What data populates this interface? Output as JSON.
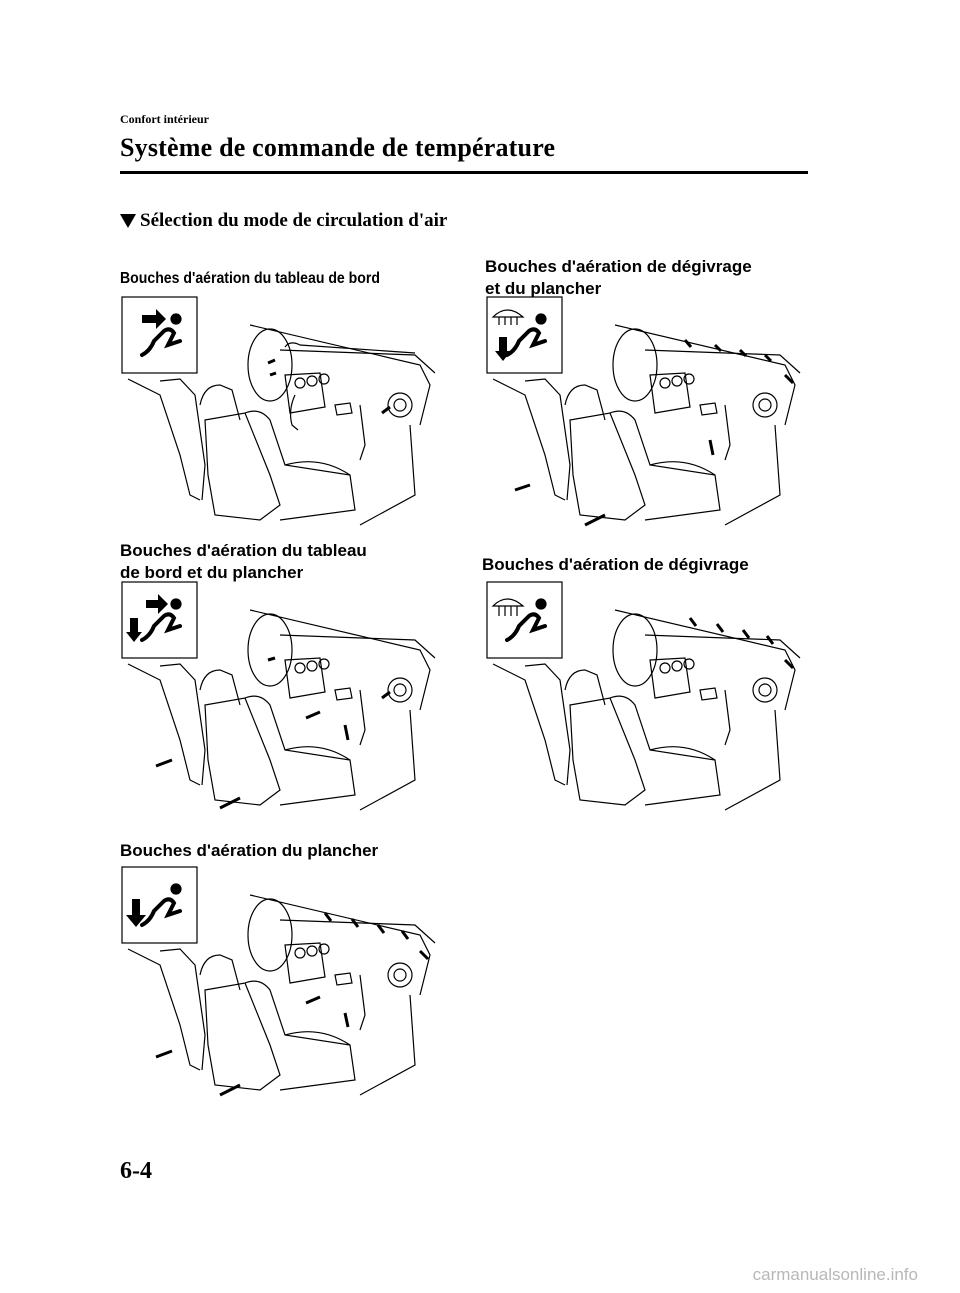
{
  "header": {
    "section": "Confort intérieur",
    "title": "Système de commande de température"
  },
  "subheading": "Sélection du mode de circulation d'air",
  "panels": [
    {
      "id": "panel",
      "label_lines": [
        "Bouches d'aération du tableau de bord"
      ],
      "icon": "panel-mode-icon"
    },
    {
      "id": "defrost-floor",
      "label_lines": [
        "Bouches d'aération de dégivrage",
        "et du plancher"
      ],
      "icon": "defrost-floor-mode-icon"
    },
    {
      "id": "panel-floor",
      "label_lines": [
        "Bouches d'aération du tableau",
        "de bord et du plancher"
      ],
      "icon": "panel-floor-mode-icon"
    },
    {
      "id": "defrost",
      "label_lines": [
        "Bouches d'aération de dégivrage"
      ],
      "icon": "defrost-mode-icon"
    },
    {
      "id": "floor",
      "label_lines": [
        "Bouches d'aération du plancher"
      ],
      "icon": "floor-mode-icon"
    }
  ],
  "footer": {
    "page_number": "6-4",
    "watermark": "carmanualsonline.info"
  }
}
